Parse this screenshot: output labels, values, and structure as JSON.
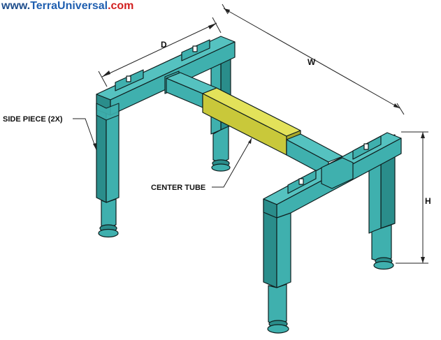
{
  "logo": {
    "prefix": "www.",
    "name": "TerraUniversal",
    "tld": ".com"
  },
  "labels": {
    "depth": "D",
    "width": "W",
    "height": "H",
    "side_piece": "SIDE PIECE (2X)",
    "center_tube": "CENTER TUBE"
  },
  "colors": {
    "frame": "#3fb0ae",
    "frame_dark": "#1f7775",
    "center_tube": "#c9c83a",
    "outline": "#0f1e1e",
    "dimension_line": "#222222"
  }
}
